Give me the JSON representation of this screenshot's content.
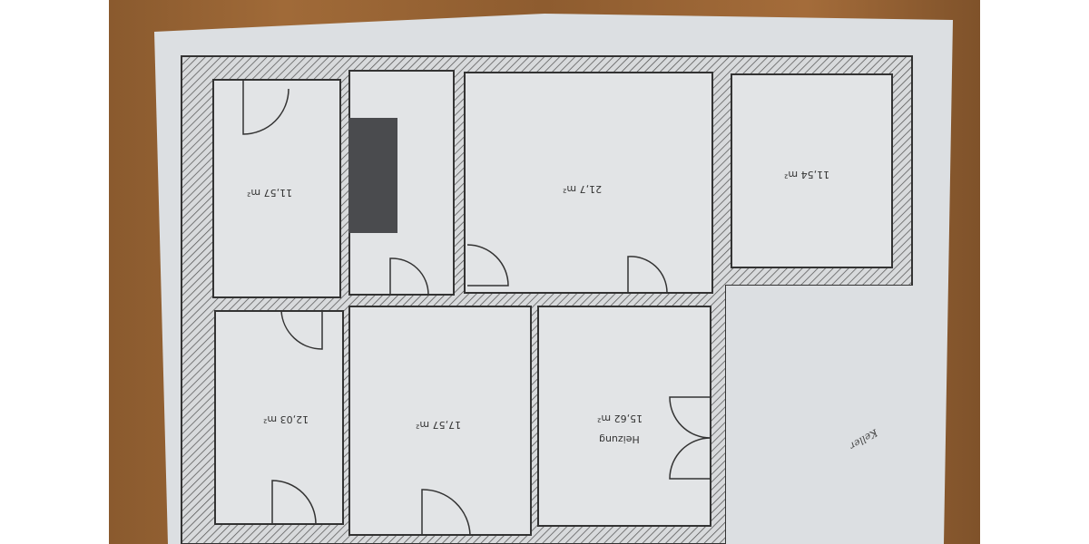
{
  "colors": {
    "wood": "#9a6535",
    "paper": "#dcdfe2",
    "wall_hatch": "#555",
    "stair_block": "#4a4b4e"
  },
  "rooms": [
    {
      "name": "room-1",
      "area": "11,57 m²"
    },
    {
      "name": "stairs",
      "area": ""
    },
    {
      "name": "room-3",
      "area": "21,7 m²"
    },
    {
      "name": "room-4",
      "area": "11,54 m²"
    },
    {
      "name": "room-5",
      "area": "12,03 m²"
    },
    {
      "name": "room-6",
      "area": "17,57 m²"
    },
    {
      "name": "room-7",
      "area": "15,62 m²",
      "label": "Heizung"
    }
  ],
  "handwritten": {
    "keller": "Keller"
  }
}
